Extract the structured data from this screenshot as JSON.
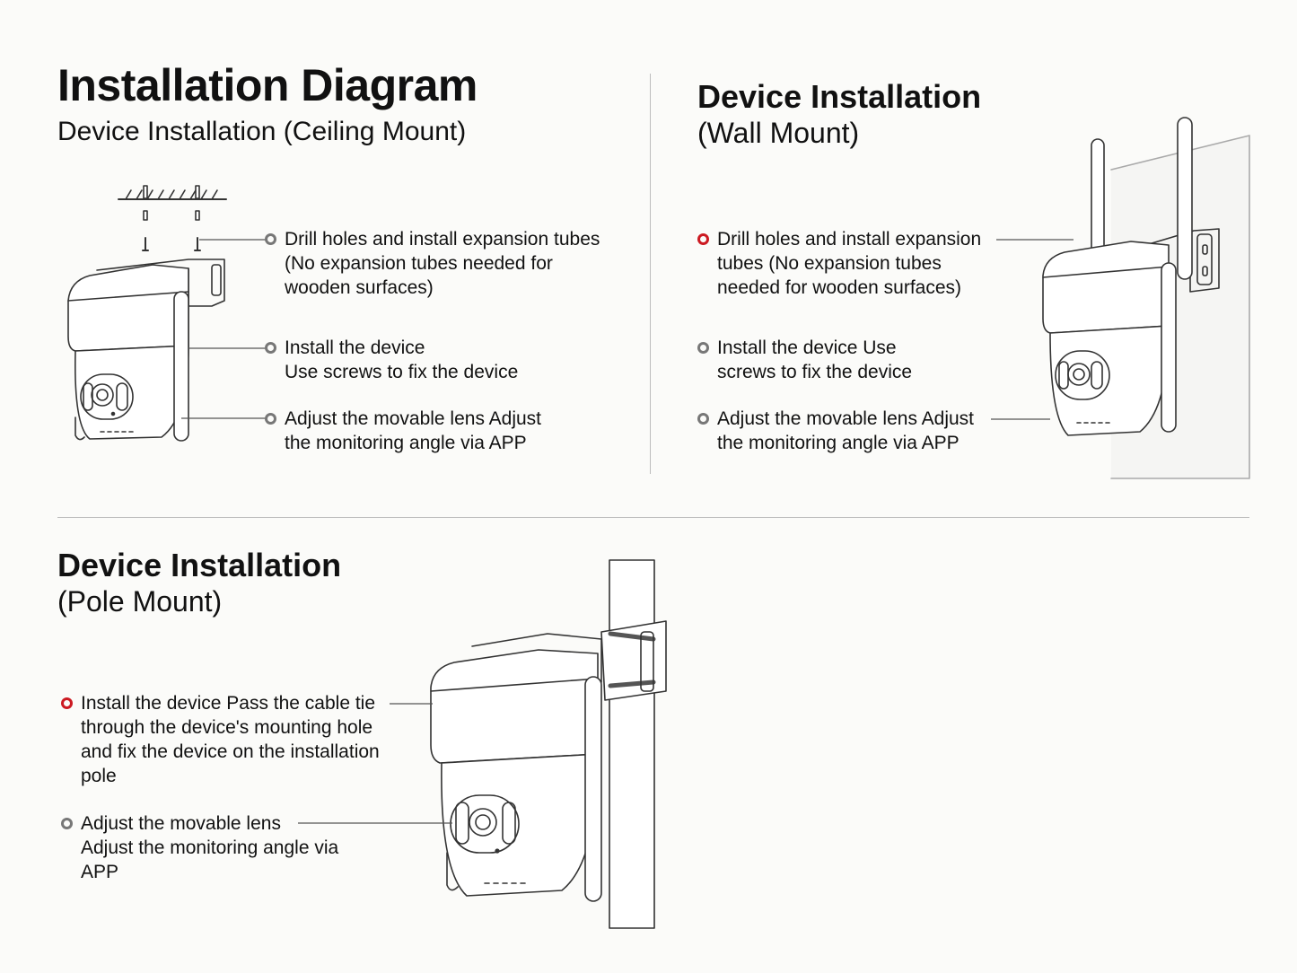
{
  "header": {
    "title": "Installation Diagram"
  },
  "ceiling": {
    "subtitle": "Device Installation (Ceiling Mount)",
    "steps": [
      {
        "lines": [
          "Drill holes and install expansion tubes",
          "(No expansion tubes needed for",
          "wooden surfaces)"
        ],
        "marker": "grey"
      },
      {
        "lines": [
          "Install the device",
          "Use screws to fix the device"
        ],
        "marker": "grey"
      },
      {
        "lines": [
          "Adjust the movable lens Adjust",
          "the monitoring angle via APP"
        ],
        "marker": "grey"
      }
    ]
  },
  "wall": {
    "title": "Device Installation",
    "subtitle": "(Wall Mount)",
    "steps": [
      {
        "lines": [
          "Drill holes and install expansion",
          "tubes (No expansion tubes",
          "needed for wooden surfaces)"
        ],
        "marker": "red"
      },
      {
        "lines": [
          "Install the device Use",
          "screws to fix the device"
        ],
        "marker": "grey"
      },
      {
        "lines": [
          "Adjust the movable lens Adjust",
          "the monitoring angle via APP"
        ],
        "marker": "grey"
      }
    ]
  },
  "pole": {
    "title": "Device Installation",
    "subtitle": "(Pole Mount)",
    "steps": [
      {
        "lines": [
          "Install the device Pass the cable tie",
          "through the device's mounting hole",
          "and fix the device on the installation",
          "pole"
        ],
        "marker": "red"
      },
      {
        "lines": [
          "Adjust the movable lens",
          "Adjust the monitoring angle via",
          "APP"
        ],
        "marker": "grey"
      }
    ]
  },
  "colors": {
    "accent_red": "#cc1a22",
    "marker_grey": "#777777",
    "line": "#333333"
  },
  "icons": [
    "ceiling-camera-illustration",
    "wall-camera-illustration",
    "pole-camera-illustration",
    "step-marker-icon"
  ]
}
